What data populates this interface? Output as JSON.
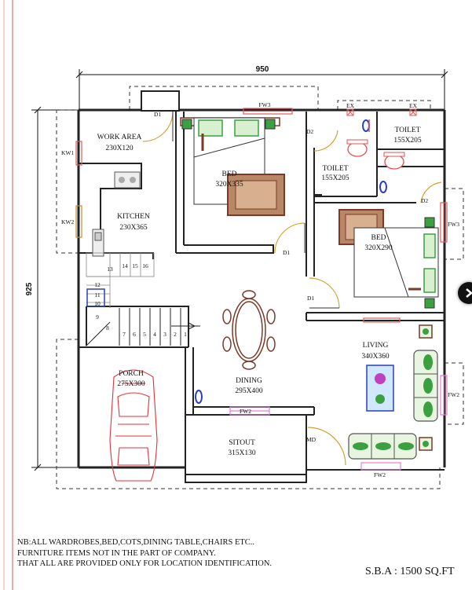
{
  "plan": {
    "overall_width": "950",
    "overall_depth": "925",
    "rooms": {
      "work_area": {
        "name": "WORK AREA",
        "size": "230X120"
      },
      "kitchen": {
        "name": "KITCHEN",
        "size": "230X365"
      },
      "bed1": {
        "name": "BED",
        "size": "320X335"
      },
      "toilet1": {
        "name": "TOILET",
        "size": "155X205"
      },
      "toilet2": {
        "name": "TOILET",
        "size": "155X205"
      },
      "bed2": {
        "name": "BED",
        "size": "320X290"
      },
      "living": {
        "name": "LIVING",
        "size": "340X360"
      },
      "dining": {
        "name": "DINING",
        "size": "295X400"
      },
      "porch": {
        "name": "PORCH",
        "size": "275X300"
      },
      "sitout": {
        "name": "SITOUT",
        "size": "315X130"
      }
    },
    "openings": {
      "d1_a": "D1",
      "d1_b": "D1",
      "d1_c": "D1",
      "d2_a": "D2",
      "d2_b": "D2",
      "md": "MD",
      "kw1": "KW1",
      "kw2": "KW2",
      "fw3_top": "FW3",
      "fw3_right": "FW3",
      "fw2_right": "FW2",
      "fw2_sitout": "FW2",
      "fw2_bottom": "FW2",
      "ex1": "EX",
      "ex2": "EX"
    },
    "stair_steps": [
      "1",
      "2",
      "3",
      "4",
      "5",
      "6",
      "7",
      "8",
      "9",
      "10",
      "11",
      "12",
      "13",
      "14",
      "15",
      "16"
    ]
  },
  "notes": [
    "NB:ALL WARDROBES,BED,COTS,DINING TABLE,CHAIRS ETC..",
    "FURNITURE ITEMS NOT IN THE PART OF COMPANY.",
    "THAT ALL ARE PROVIDED ONLY FOR LOCATION IDENTIFICATION."
  ],
  "sba": "S.B.A : 1500 SQ.FT",
  "colors": {
    "wall": "#222222",
    "car": "#e0323a",
    "window_fw3": "#e05a5a",
    "window_fw2": "#e080d0",
    "door_arc": "#d8a030",
    "bed_green": "#3aa040",
    "brown": "#7a3a28",
    "fixture_blue": "#2a3fbf",
    "margin_line": "#e05050"
  },
  "nav": {
    "icon": "chevron-right-icon"
  }
}
